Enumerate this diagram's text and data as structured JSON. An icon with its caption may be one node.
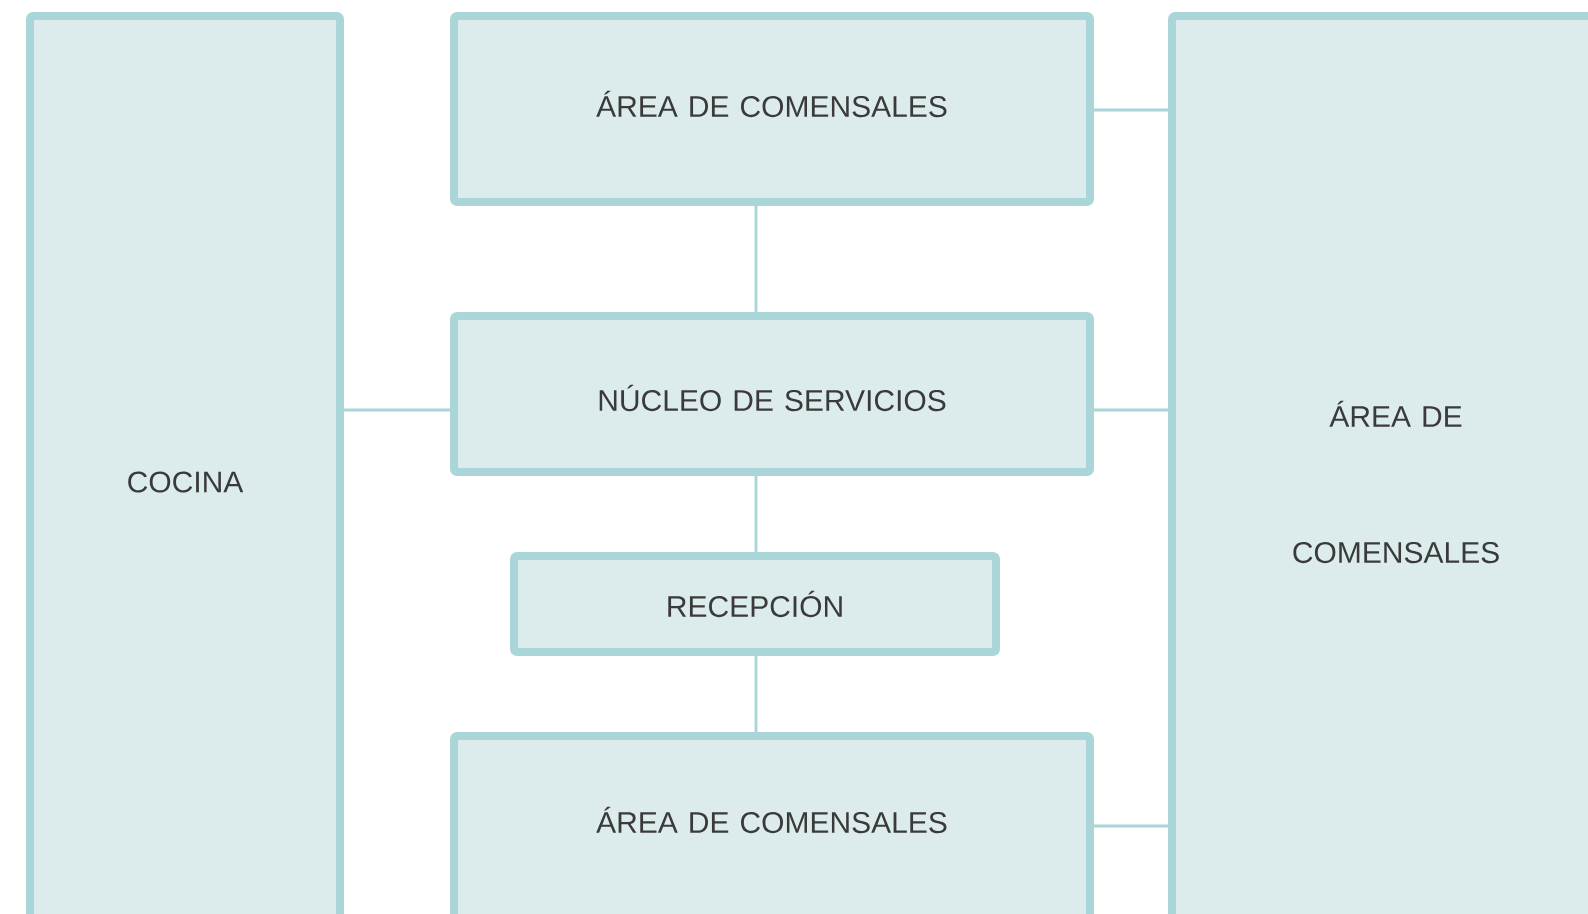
{
  "diagram": {
    "nodes": [
      {
        "text": [
          "COCINA"
        ]
      },
      {
        "text": [
          "ÁREA DE COMENSALES"
        ]
      },
      {
        "text": [
          "NÚCLEO DE SERVICIOS"
        ]
      },
      {
        "text": [
          "RECEPCIÓN"
        ]
      },
      {
        "text": [
          "ÁREA DE COMENSALES"
        ]
      },
      {
        "text": [
          "ÁREA DE COMENSALES"
        ]
      }
    ],
    "edges": [
      {
        "from": 1,
        "to": 5,
        "arrow": "none"
      },
      {
        "from": 1,
        "to": 2,
        "arrow": "none"
      },
      {
        "from": 0,
        "to": 2,
        "arrow": "none"
      },
      {
        "from": 2,
        "to": 5,
        "arrow": "none"
      },
      {
        "from": 2,
        "to": 3,
        "arrow": "none"
      },
      {
        "from": 3,
        "to": 4,
        "arrow": "none"
      },
      {
        "from": 4,
        "to": 5,
        "arrow": "none"
      }
    ]
  }
}
